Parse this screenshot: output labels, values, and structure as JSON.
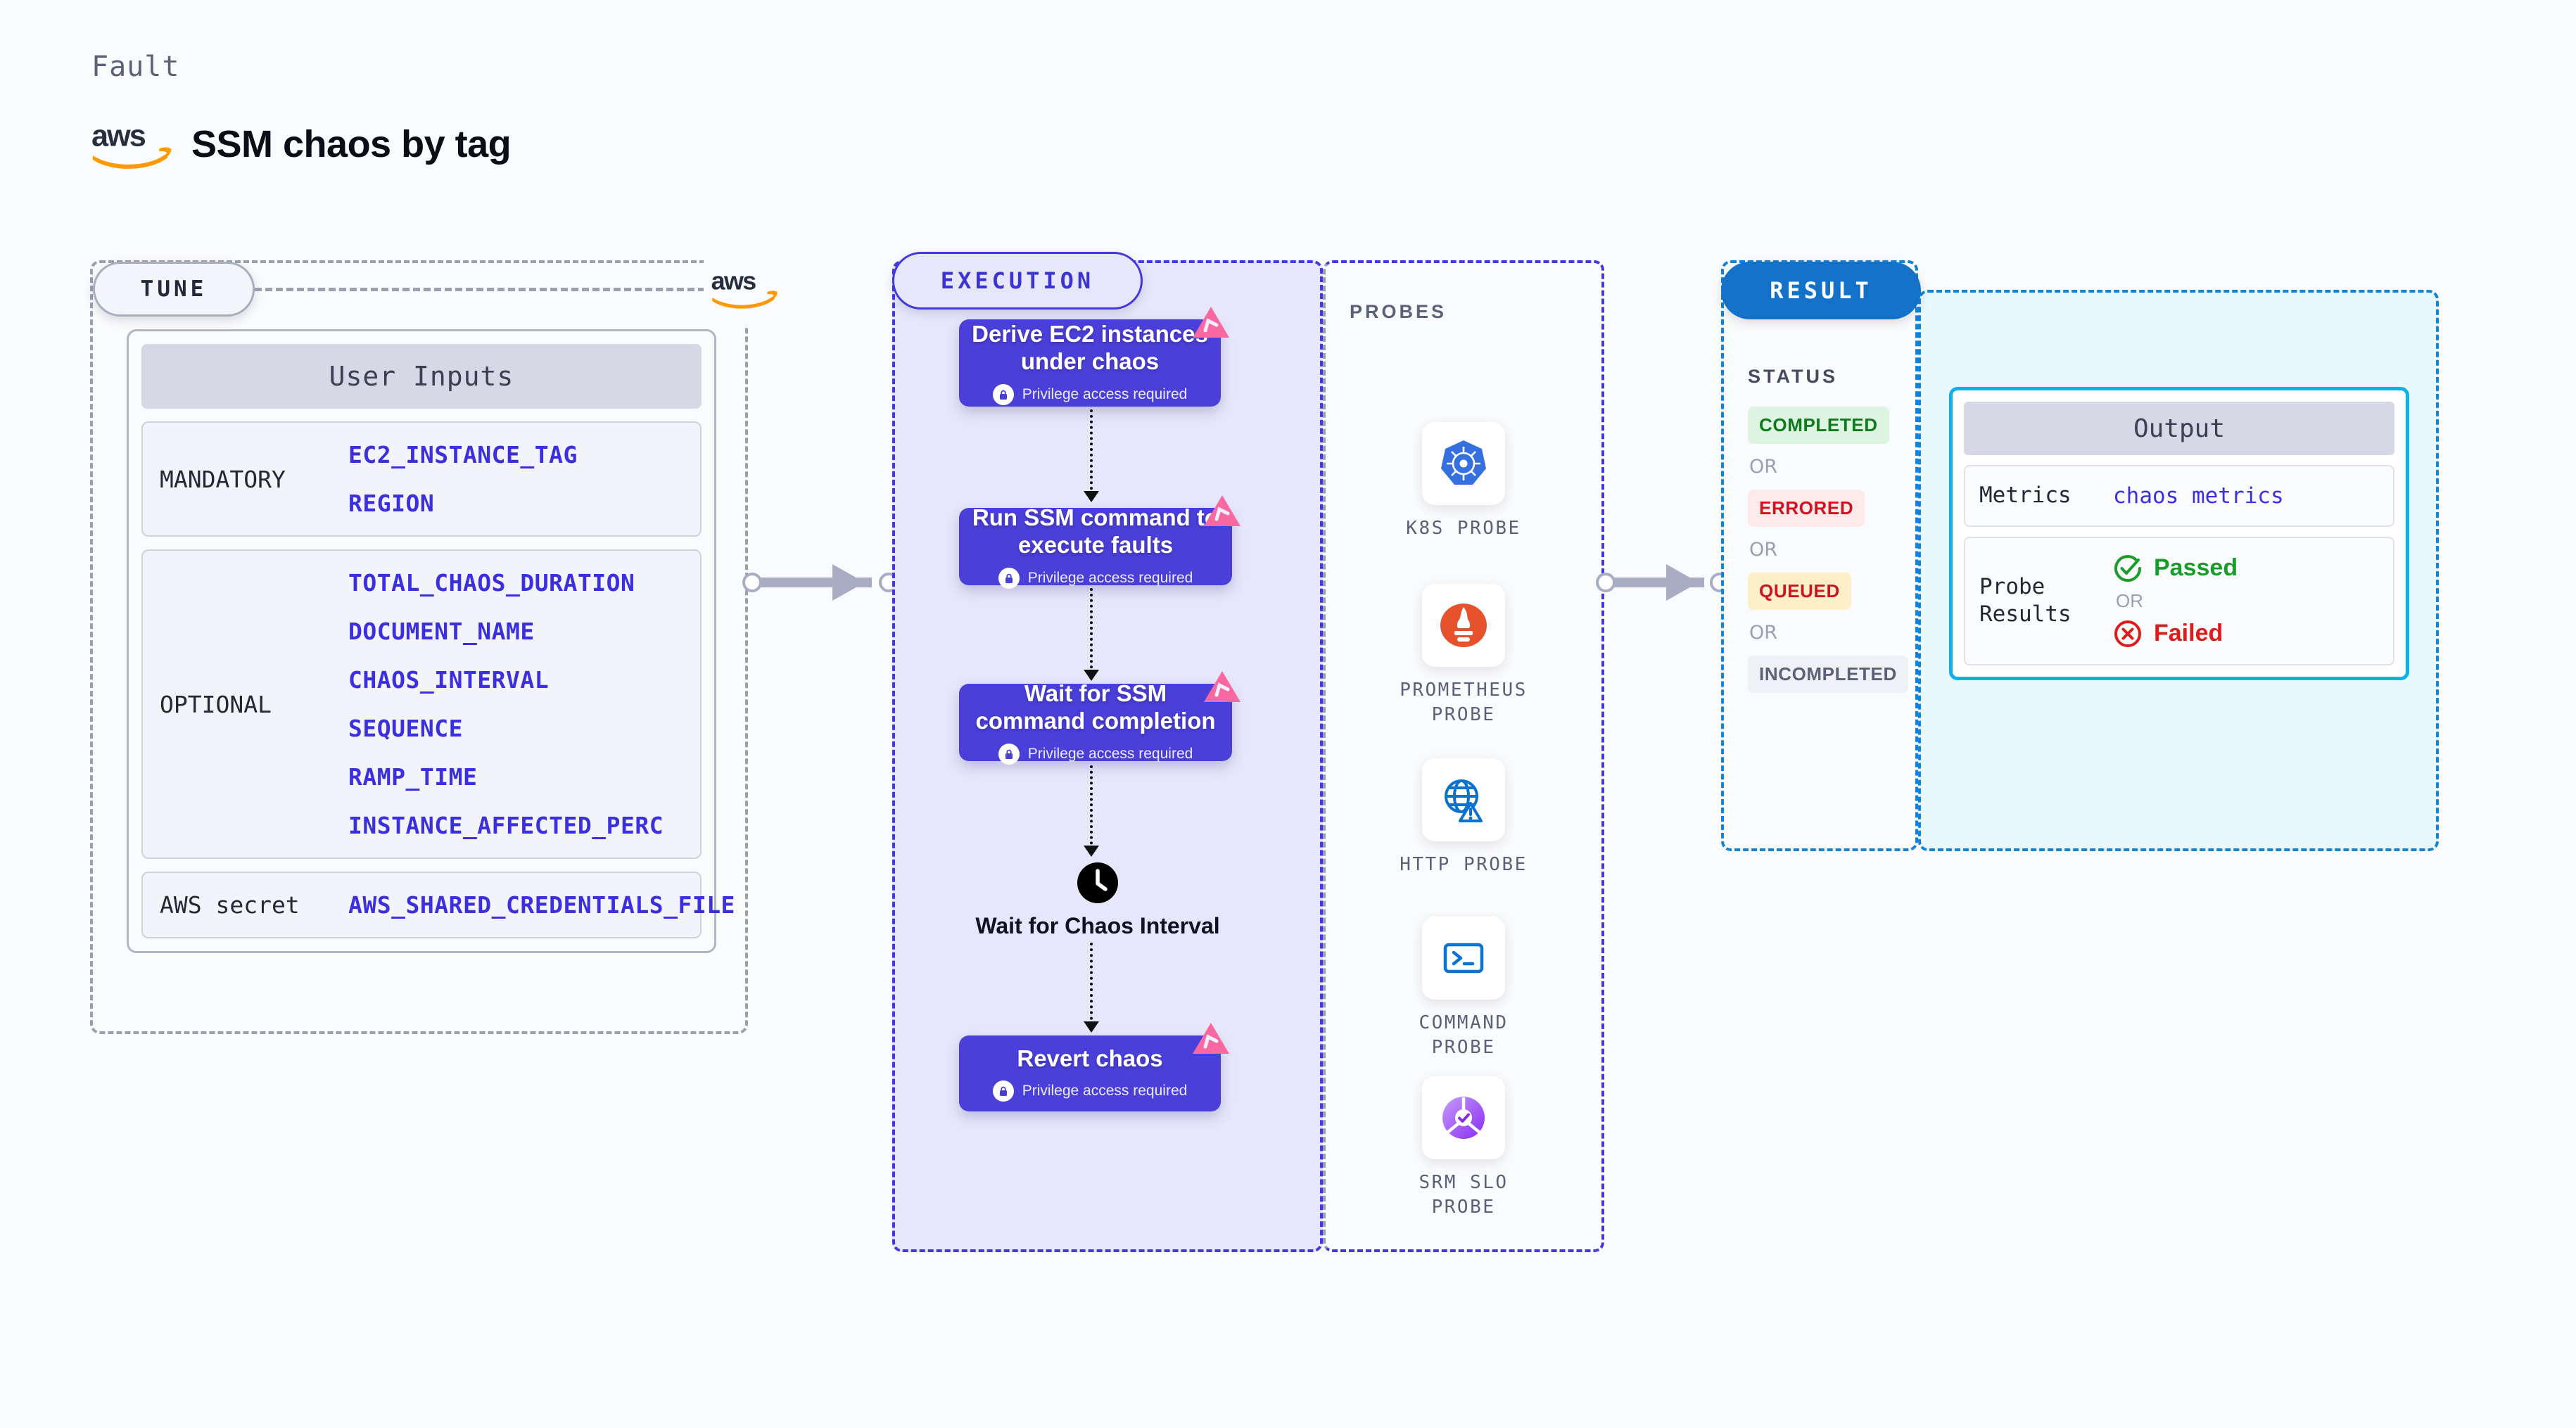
{
  "header": {
    "kicker": "Fault",
    "title": "SSM chaos by tag",
    "logo_icon": "aws-logo"
  },
  "tune": {
    "pill_label": "TUNE",
    "provider_icon": "aws-logo",
    "card": {
      "header": "User Inputs",
      "groups": [
        {
          "label": "MANDATORY",
          "vars": [
            "EC2_INSTANCE_TAG",
            "REGION"
          ]
        },
        {
          "label": "OPTIONAL",
          "vars": [
            "TOTAL_CHAOS_DURATION",
            "DOCUMENT_NAME",
            "CHAOS_INTERVAL",
            "SEQUENCE",
            "RAMP_TIME",
            "INSTANCE_AFFECTED_PERC"
          ]
        },
        {
          "label": "AWS secret",
          "vars": [
            "AWS_SHARED_CREDENTIALS_FILE"
          ]
        }
      ]
    }
  },
  "execution": {
    "pill_label": "EXECUTION",
    "privilege_note": "Privilege access required",
    "nodes": [
      {
        "title": "Derive EC2 instances under chaos",
        "privileged": true,
        "icon": "litmus-chaos-icon"
      },
      {
        "title": "Run SSM command to execute faults",
        "privileged": true,
        "icon": "litmus-chaos-icon"
      },
      {
        "title": "Wait for SSM command completion",
        "privileged": true,
        "icon": "litmus-chaos-icon"
      },
      {
        "title": "Revert chaos",
        "privileged": true,
        "icon": "litmus-chaos-icon"
      }
    ],
    "wait_step": {
      "label": "Wait for Chaos Interval",
      "icon": "clock-icon"
    }
  },
  "probes": {
    "title": "PROBES",
    "items": [
      {
        "label": "K8S PROBE",
        "icon": "kubernetes-icon"
      },
      {
        "label": "PROMETHEUS PROBE",
        "icon": "prometheus-icon"
      },
      {
        "label": "HTTP PROBE",
        "icon": "http-globe-warning-icon"
      },
      {
        "label": "COMMAND PROBE",
        "icon": "terminal-icon"
      },
      {
        "label": "SRM SLO PROBE",
        "icon": "srm-slo-icon"
      }
    ]
  },
  "result": {
    "pill_label": "RESULT",
    "status_title": "STATUS",
    "or_label": "OR",
    "statuses": [
      {
        "label": "COMPLETED",
        "color": "#117a1f",
        "bg": "#ddf5e0"
      },
      {
        "label": "ERRORED",
        "color": "#cf1322",
        "bg": "#fdeaea"
      },
      {
        "label": "QUEUED",
        "color": "#cf1322",
        "bg": "#fdf0c8"
      },
      {
        "label": "INCOMPLETED",
        "color": "#5b6178",
        "bg": "#f0f1f6"
      }
    ]
  },
  "output": {
    "header": "Output",
    "metrics_label": "Metrics",
    "metrics_value": "chaos metrics",
    "probe_results_label": "Probe Results",
    "passed_label": "Passed",
    "failed_label": "Failed",
    "or_label": "OR",
    "passed_icon": "check-circle-icon",
    "failed_icon": "x-circle-icon"
  },
  "colors": {
    "node_purple": "#4a3fd8",
    "exec_panel": "#e7e7fb",
    "result_blue": "#1371c8",
    "output_cyan": "#0fb0e8",
    "chaos_pink": "#fa68a0",
    "var_blue": "#3b2fe0"
  }
}
